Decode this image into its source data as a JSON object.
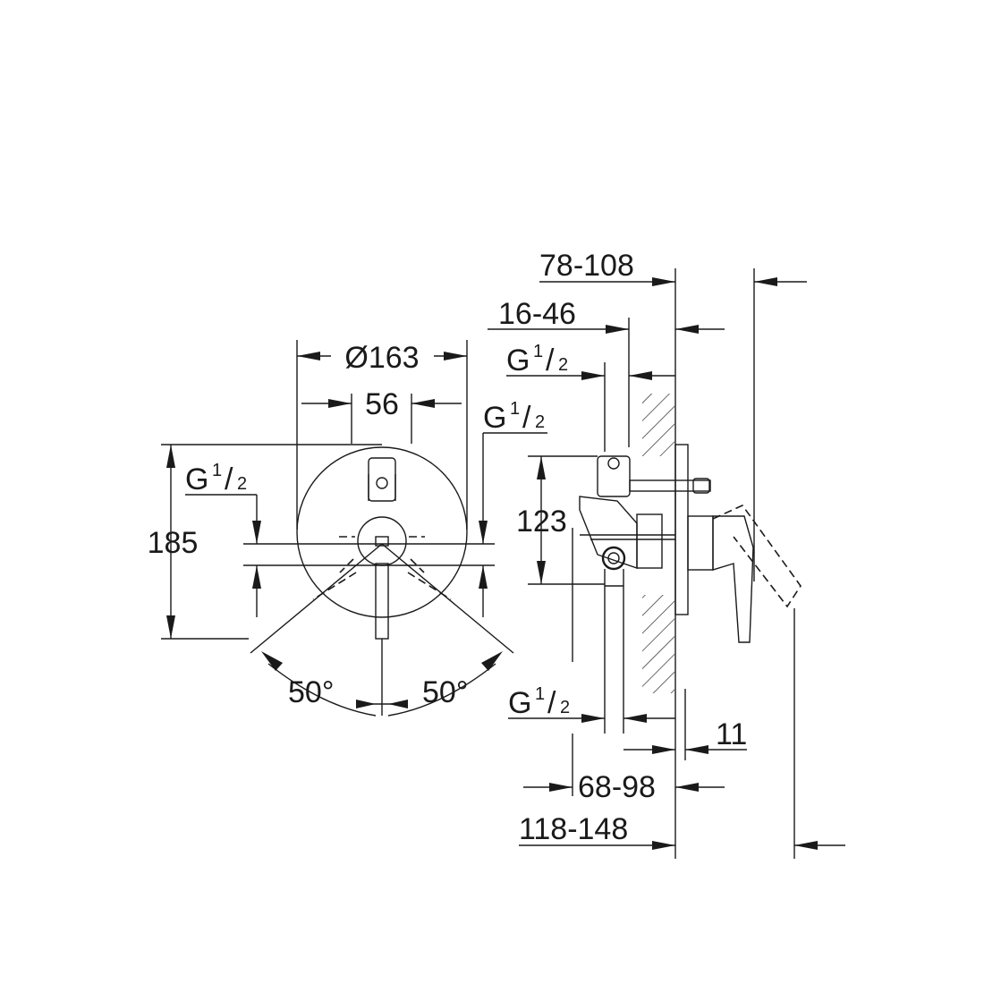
{
  "front_view": {
    "diameter": "Ø163",
    "width_56": "56",
    "height_185": "185",
    "thread_left": {
      "g": "G",
      "num": "1",
      "slash": "/",
      "den": "2"
    },
    "thread_right": {
      "g": "G",
      "num": "1",
      "slash": "/",
      "den": "2"
    },
    "angle_left": "50°",
    "angle_right": "50°"
  },
  "side_view": {
    "dim_78_108": "78-108",
    "dim_16_46": "16-46",
    "thread_top": {
      "g": "G",
      "num": "1",
      "slash": "/",
      "den": "2"
    },
    "thread_bottom": {
      "g": "G",
      "num": "1",
      "slash": "/",
      "den": "2"
    },
    "height_123": "123",
    "dim_11": "11",
    "dim_68_98": "68-98",
    "dim_118_148": "118-148"
  },
  "colors": {
    "line": "#1a1a1a",
    "background": "#ffffff"
  }
}
